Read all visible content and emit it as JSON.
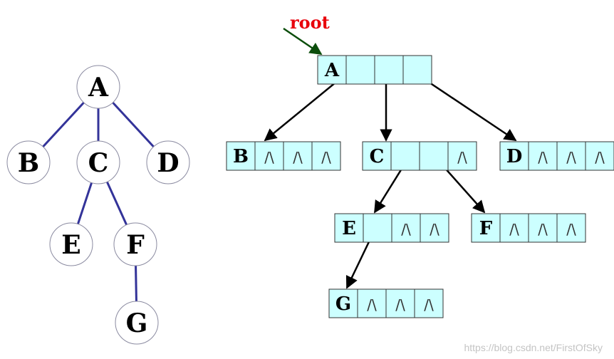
{
  "tree": {
    "nodes": [
      {
        "id": "A",
        "label": "A"
      },
      {
        "id": "B",
        "label": "B"
      },
      {
        "id": "C",
        "label": "C"
      },
      {
        "id": "D",
        "label": "D"
      },
      {
        "id": "E",
        "label": "E"
      },
      {
        "id": "F",
        "label": "F"
      },
      {
        "id": "G",
        "label": "G"
      }
    ],
    "edges": [
      [
        "A",
        "B"
      ],
      [
        "A",
        "C"
      ],
      [
        "A",
        "D"
      ],
      [
        "C",
        "E"
      ],
      [
        "C",
        "F"
      ],
      [
        "F",
        "G"
      ]
    ]
  },
  "storage": {
    "root_label": "root",
    "null_symbol": "/\\",
    "records": [
      {
        "id": "A",
        "label": "A",
        "slots": [
          "ptr",
          "ptr",
          "ptr"
        ]
      },
      {
        "id": "B",
        "label": "B",
        "slots": [
          "null",
          "null",
          "null"
        ]
      },
      {
        "id": "C",
        "label": "C",
        "slots": [
          "ptr",
          "ptr",
          "null"
        ]
      },
      {
        "id": "D",
        "label": "D",
        "slots": [
          "null",
          "null",
          "null"
        ]
      },
      {
        "id": "E",
        "label": "E",
        "slots": [
          "ptr",
          "null",
          "null"
        ]
      },
      {
        "id": "F",
        "label": "F",
        "slots": [
          "null",
          "null",
          "null"
        ]
      },
      {
        "id": "G",
        "label": "G",
        "slots": [
          "null",
          "null",
          "null"
        ]
      }
    ],
    "links": [
      {
        "from": "A",
        "slot": 0,
        "to": "B"
      },
      {
        "from": "A",
        "slot": 1,
        "to": "C"
      },
      {
        "from": "A",
        "slot": 2,
        "to": "D"
      },
      {
        "from": "C",
        "slot": 0,
        "to": "E"
      },
      {
        "from": "C",
        "slot": 1,
        "to": "F"
      },
      {
        "from": "E",
        "slot": 0,
        "to": "G"
      }
    ]
  },
  "colors": {
    "cell_fill": "#ccffff",
    "cell_stroke": "#333333",
    "tree_edge": "#333399",
    "arrow": "#000000",
    "root_label": "#e8000b",
    "root_arrow": "#0b4d0b"
  },
  "watermark": "https://blog.csdn.net/FirstOfSky"
}
